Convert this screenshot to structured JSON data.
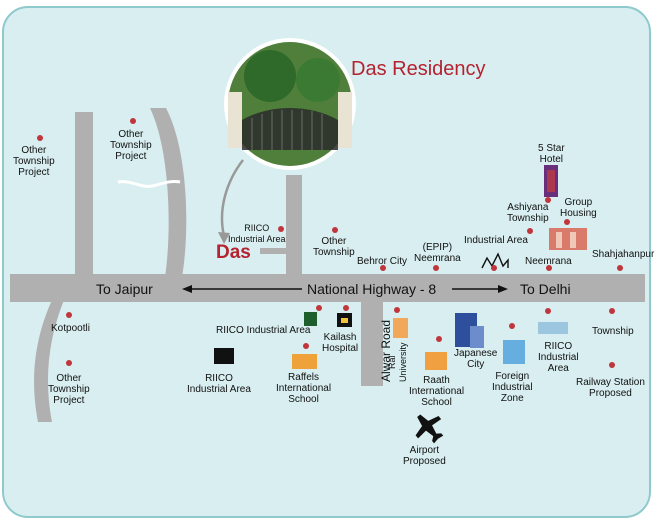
{
  "map": {
    "title": "Das Residency",
    "site_marker": "Das",
    "highway": {
      "name": "National Highway - 8",
      "left": "To Jaipur",
      "right": "To Delhi"
    },
    "alwar_road": "Alwar Road",
    "places": {
      "other_township_1": "Other\nTownship\nProject",
      "other_township_2": "Other\nTownship\nProject",
      "other_township_3": "Other\nTownship\nProject",
      "riico_top": "RIICO\nIndustrial Area",
      "other_township_small": "Other\nTownship",
      "behror_city": "Behror City",
      "epip_neemrana": "(EPIP)\nNeemrana",
      "industrial_area": "Industrial Area",
      "neemrana": "Neemrana",
      "ashiyana": "Ashiyana\nTownship",
      "five_star": "5 Star\nHotel",
      "group_housing": "Group\nHousing",
      "shahjahanpur": "Shahjahanpur",
      "kotpootli": "Kotpootli",
      "riico_mid": "RIICO Industrial Area",
      "kailash": "Kailash\nHospital",
      "riico_bottom": "RIICO\nIndustrial Area",
      "raffels": "Raffels\nInternational\nSchool",
      "rai_university": "Rai\nUniversity",
      "raath": "Raath\nInternational\nSchool",
      "japanese_city": "Japanese\nCity",
      "foreign_zone": "Foreign\nIndustrial\nZone",
      "riico_right": "RIICO\nIndustrial\nArea",
      "township": "Township",
      "railway": "Railway Station\nProposed",
      "airport": "Airport\nProposed"
    },
    "colors": {
      "background": "#d8eef0",
      "road": "#b0b0b0",
      "marker": "#c0363c",
      "title": "#b52230"
    },
    "icons": [
      "gate-photo",
      "airplane-icon",
      "hotel-icon",
      "building-icons",
      "factory-icon"
    ]
  }
}
